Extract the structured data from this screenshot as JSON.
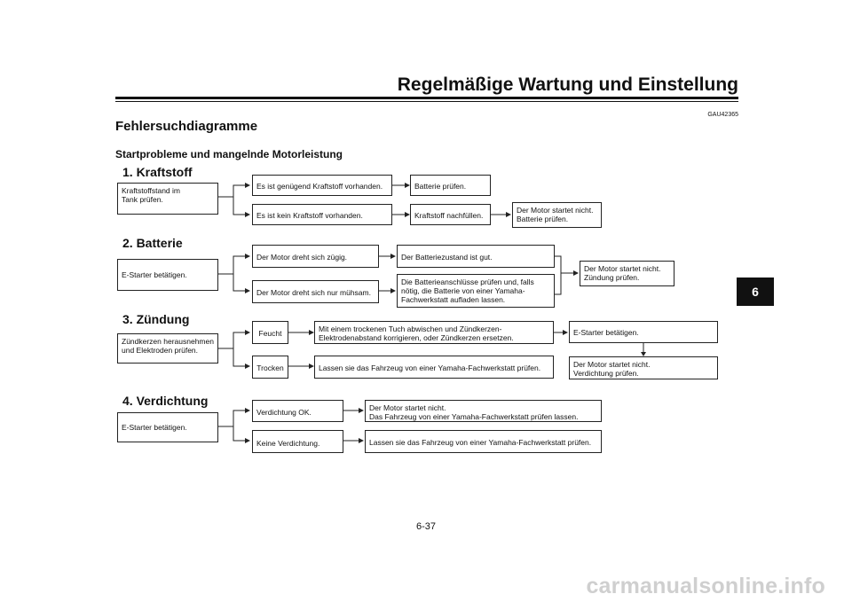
{
  "header": {
    "title": "Regelmäßige Wartung und Einstellung",
    "code": "GAU42365"
  },
  "page": {
    "heading": "Fehlersuchdiagramme",
    "subheading": "Startprobleme und mangelnde Motorleistung",
    "page_number": "6-37",
    "chapter_tab": "6"
  },
  "sections": {
    "fuel": {
      "title": "1. Kraftstoff",
      "start": "Kraftstoffstand im\nTank prüfen.",
      "yes": "Es ist genügend Kraftstoff vorhanden.",
      "yes_next": "Batterie prüfen.",
      "no": "Es ist kein Kraftstoff vorhanden.",
      "no_next": "Kraftstoff nachfüllen.",
      "no_result": "Der Motor startet nicht.\nBatterie prüfen."
    },
    "battery": {
      "title": "2. Batterie",
      "start": "E-Starter betätigen.",
      "yes": "Der Motor dreht sich zügig.",
      "yes_next": "Der Batteriezustand ist gut.",
      "no": "Der Motor dreht sich nur mühsam.",
      "no_next": "Die Batterieanschlüsse prüfen und, falls\nnötig, die Batterie von einer Yamaha-\nFachwerkstatt aufladen lassen.",
      "result": "Der Motor startet nicht.\nZündung prüfen."
    },
    "ignition": {
      "title": "3. Zündung",
      "start": "Zündkerzen herausnehmen\nund Elektroden prüfen.",
      "wet": "Feucht",
      "wet_action": "Mit einem trockenen Tuch abwischen und Zündkerzen-\nElektrodenabstand korrigieren, oder Zündkerzen ersetzen.",
      "wet_next": "E-Starter betätigen.",
      "dry": "Trocken",
      "dry_action": "Lassen sie das Fahrzeug von einer Yamaha-Fachwerkstatt prüfen.",
      "result": "Der Motor startet nicht.\nVerdichtung prüfen."
    },
    "compression": {
      "title": "4. Verdichtung",
      "start": "E-Starter betätigen.",
      "ok": "Verdichtung OK.",
      "ok_next": "Der Motor startet nicht.\nDas Fahrzeug von einer Yamaha-Fachwerkstatt prüfen lassen.",
      "bad": "Keine Verdichtung.",
      "bad_next": "Lassen sie das Fahrzeug von einer Yamaha-Fachwerkstatt prüfen."
    }
  },
  "watermark": "carmanualsonline.info"
}
